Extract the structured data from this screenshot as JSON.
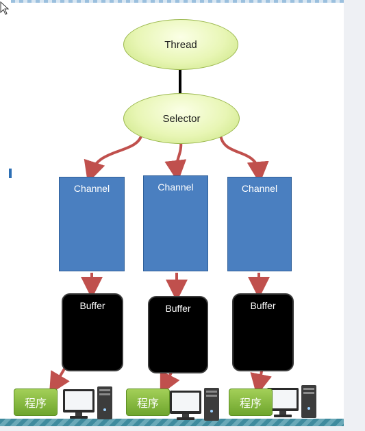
{
  "nodes": {
    "thread": "Thread",
    "selector": "Selector"
  },
  "channels": [
    "Channel",
    "Channel",
    "Channel"
  ],
  "buffers": [
    "Buffer",
    "Buffer",
    "Buffer"
  ],
  "programs": [
    "程序",
    "程序",
    "程序"
  ],
  "colors": {
    "ellipse_fill": "#e8f6b5",
    "ellipse_border": "#9bb84e",
    "channel_fill": "#4a7fc0",
    "buffer_fill": "#000000",
    "arrow": "#c0504d",
    "program_tag": "#8cbf43",
    "connector_line": "#000000"
  },
  "icons": {
    "computer": "desktop-computer-icon",
    "cursor": "mouse-pointer-icon"
  }
}
